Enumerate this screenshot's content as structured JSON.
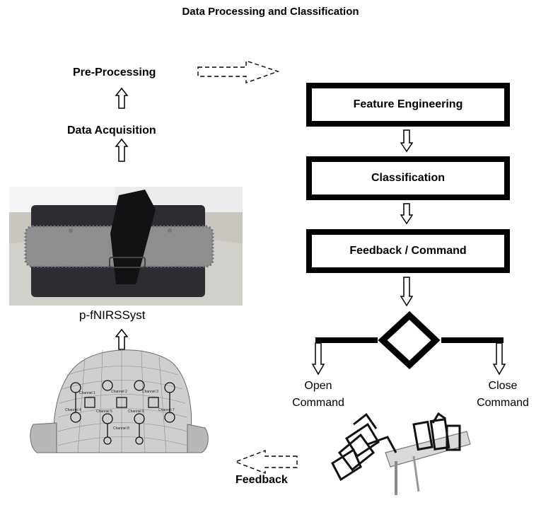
{
  "title": "Data Processing and Classification",
  "left_flow": {
    "pre_processing": "Pre-Processing",
    "data_acquisition": "Data Acquisition",
    "device_label": "p-fNIRSSyst"
  },
  "right_flow": {
    "feature_engineering": "Feature Engineering",
    "classification": "Classification",
    "feedback_command": "Feedback / Command"
  },
  "outputs": {
    "open_line1": "Open",
    "open_line2": "Command",
    "close_line1": "Close",
    "close_line2": "Command"
  },
  "feedback_label": "Feedback",
  "head_channels": [
    "Channel 1",
    "Channel 2",
    "Channel 3",
    "Channel 4",
    "Channel 5",
    "Channel 6",
    "Channel 7",
    "Channel 8"
  ],
  "colors": {
    "ink": "#000000",
    "background": "#ffffff"
  }
}
